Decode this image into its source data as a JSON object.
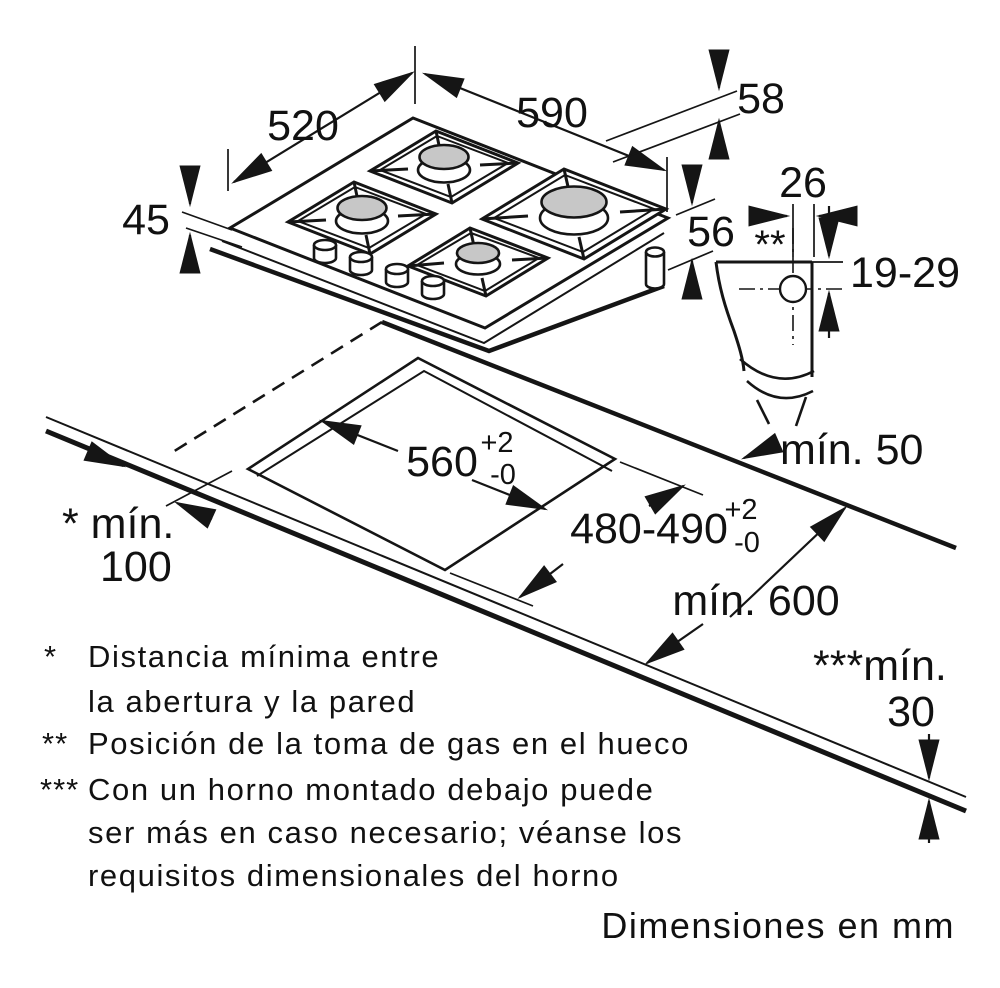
{
  "title": "Gas hob installation drawing",
  "units_caption": "Dimensiones en mm",
  "dimensions": {
    "hob_width": "590",
    "hob_depth": "520",
    "hob_edge_height": "58",
    "hob_height_left": "45",
    "hob_height_right": "56",
    "gas_offset": "26",
    "gas_marker": "**",
    "gas_depth_range": "19-29",
    "clearance_back": "mín. 50",
    "cutout_width": "560",
    "cutout_width_tol_plus": "+2",
    "cutout_width_tol_minus": "-0",
    "cutout_depth": "480-490",
    "cutout_depth_tol_plus": "+2",
    "cutout_depth_tol_minus": "-0",
    "wall_clearance_label": "* mín.",
    "wall_clearance_value": "100",
    "worktop_depth": "mín. 600",
    "worktop_thickness_label": "***mín.",
    "worktop_thickness_value": "30"
  },
  "footnotes": {
    "marker1": "*",
    "line1a": "Distancia mínima entre",
    "line1b": "la abertura y la pared",
    "marker2": "**",
    "line2": "Posición de la toma de gas en el hueco",
    "marker3": "***",
    "line3a": "Con un horno montado debajo puede",
    "line3b": "ser más en caso necesario; véanse los",
    "line3c": "requisitos dimensionales del horno"
  },
  "colors": {
    "line": "#151515",
    "burner_cap": "#c7c7c7",
    "background": "#ffffff"
  }
}
